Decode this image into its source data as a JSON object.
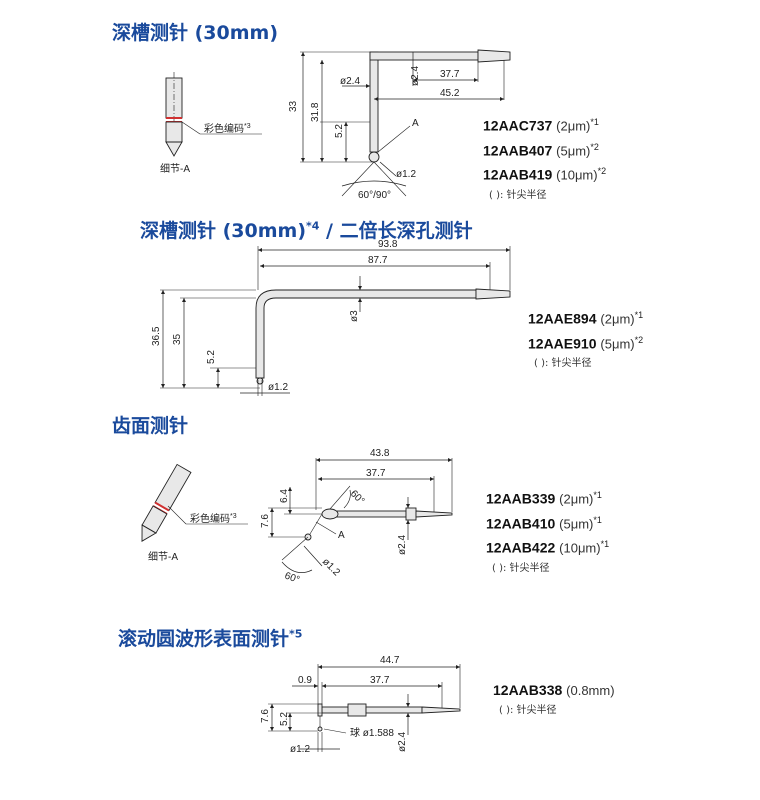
{
  "sections": [
    {
      "title": "深槽测针 (30mm)",
      "title_sup": "",
      "codes": [
        {
          "code": "12AAC737",
          "tol": "(2μm)",
          "sup": "*1"
        },
        {
          "code": "12AAB407",
          "tol": "(5μm)",
          "sup": "*2"
        },
        {
          "code": "12AAB419",
          "tol": "(10μm)",
          "sup": "*2"
        }
      ],
      "note": "( ): 针尖半径",
      "dims": {
        "d1": "37.7",
        "d2": "45.2",
        "d3": "33",
        "d4": "31.8",
        "d5": "5.2",
        "d6": "ø2.4",
        "d7": "ø2.4",
        "d8": "ø1.2",
        "angle": "60°/90°",
        "label_a": "A"
      },
      "detail": {
        "color_label": "彩色编码",
        "color_sup": "*3",
        "node_label": "细节-A"
      }
    },
    {
      "title": "深槽测针 (30mm)",
      "title_sup": "*4",
      "title_rest": " / 二倍长深孔测针",
      "codes": [
        {
          "code": "12AAE894",
          "tol": "(2μm)",
          "sup": "*1"
        },
        {
          "code": "12AAE910",
          "tol": "(5μm)",
          "sup": "*2"
        }
      ],
      "note": "( ): 针尖半径",
      "dims": {
        "d1": "93.8",
        "d2": "87.7",
        "d3": "36.5",
        "d4": "35",
        "d5": "5.2",
        "d6": "ø3",
        "d8": "ø1.2"
      }
    },
    {
      "title": "齿面测针",
      "title_sup": "",
      "codes": [
        {
          "code": "12AAB339",
          "tol": "(2μm)",
          "sup": "*1"
        },
        {
          "code": "12AAB410",
          "tol": "(5μm)",
          "sup": "*1"
        },
        {
          "code": "12AAB422",
          "tol": "(10μm)",
          "sup": "*1"
        }
      ],
      "note": "( ): 针尖半径",
      "dims": {
        "d1": "43.8",
        "d2": "37.7",
        "d3": "7.6",
        "d4": "6.4",
        "d6": "ø2.4",
        "d8": "ø1.2",
        "angle1": "60°",
        "angle2": "60°",
        "label_a": "A"
      },
      "detail": {
        "color_label": "彩色编码",
        "color_sup": "*3",
        "node_label": "细节-A"
      }
    },
    {
      "title": "滚动圆波形表面测针",
      "title_sup": "*5",
      "codes": [
        {
          "code": "12AAB338",
          "tol": "(0.8mm)",
          "sup": ""
        }
      ],
      "note": "( ): 针尖半径",
      "dims": {
        "d1": "44.7",
        "d2": "37.7",
        "d0": "0.9",
        "d3": "7.6",
        "d4": "5.2",
        "d6": "ø2.4",
        "d8": "ø1.2",
        "ball": "球 ø1.588"
      }
    }
  ]
}
